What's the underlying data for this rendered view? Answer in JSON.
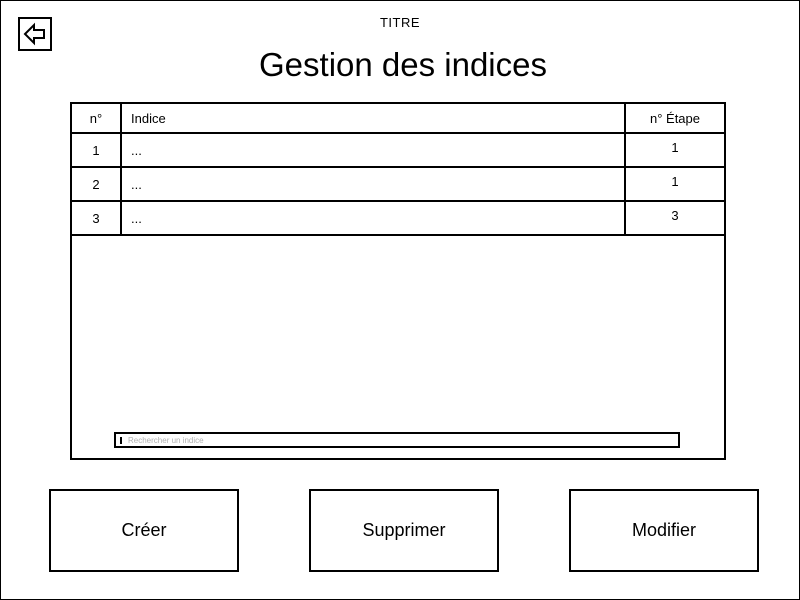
{
  "header": {
    "app_title": "TITRE",
    "page_title": "Gestion des indices",
    "back_icon": "arrow-left-icon"
  },
  "table": {
    "columns": [
      "n°",
      "Indice",
      "n° Étape"
    ],
    "rows": [
      {
        "num": "1",
        "indice": "...",
        "etape": "1"
      },
      {
        "num": "2",
        "indice": "...",
        "etape": "1"
      },
      {
        "num": "3",
        "indice": "...",
        "etape": "3"
      }
    ]
  },
  "search": {
    "placeholder": "Rechercher un indice",
    "value": ""
  },
  "actions": {
    "create_label": "Créer",
    "delete_label": "Supprimer",
    "edit_label": "Modifier"
  }
}
